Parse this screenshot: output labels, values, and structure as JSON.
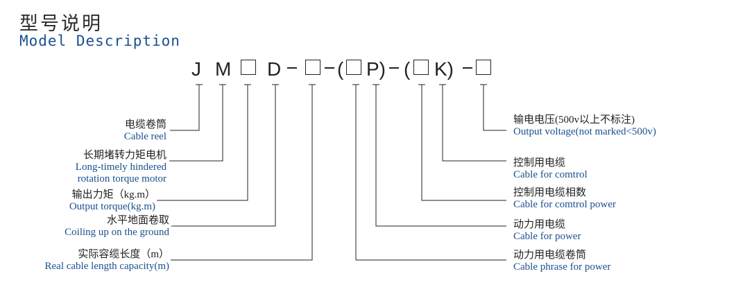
{
  "title_cn": "型号说明",
  "title_en": "Model Description",
  "code": {
    "j": "J",
    "m": "M",
    "d": "D",
    "p": "P)",
    "k": "K)",
    "paren1": "(",
    "paren2": "("
  },
  "labels": {
    "cable_reel": {
      "cn": "电缆卷筒",
      "en": "Cable reel"
    },
    "motor": {
      "cn": "长期堵转力矩电机",
      "en1": "Long-timely hindered",
      "en2": "rotation torque motor"
    },
    "torque": {
      "cn": "输出力矩（kg.m）",
      "en": "Output torque(kg.m)"
    },
    "coiling": {
      "cn": "水平地面卷取",
      "en": "Coiling up on the ground"
    },
    "length": {
      "cn": "实际容缆长度（m）",
      "en": "Real cable length capacity(m)"
    },
    "voltage": {
      "cn": "输电电压(500v以上不标注)",
      "en": "Output voltage(not marked<500v)"
    },
    "control_cable": {
      "cn": "控制用电缆",
      "en": "Cable for comtrol"
    },
    "control_phase": {
      "cn": "控制用电缆相数",
      "en": "Cable for comtrol power"
    },
    "power_cable": {
      "cn": "动力用电缆",
      "en": "Cable for  power"
    },
    "power_reel": {
      "cn": "动力用电缆卷筒",
      "en": "Cable phrase for power"
    }
  }
}
